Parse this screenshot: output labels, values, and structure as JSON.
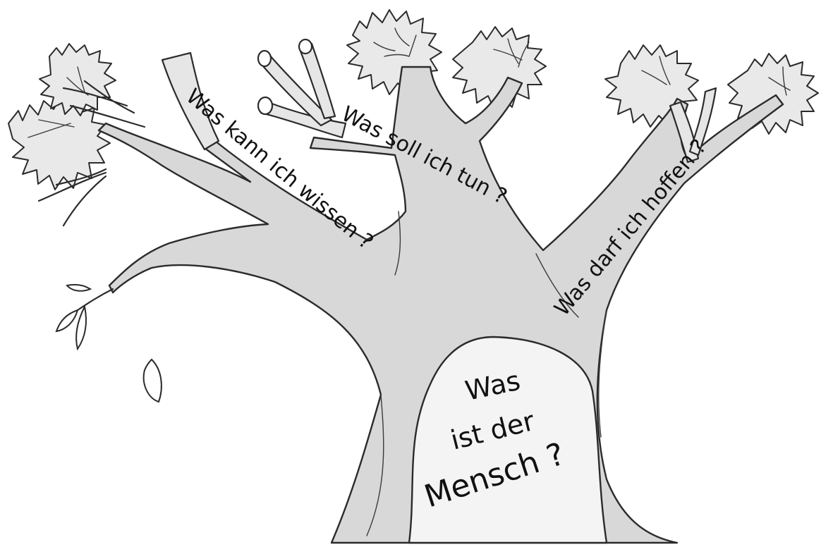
{
  "questions": {
    "q1": "Was kann ich wissen ?",
    "q2": "Was soll ich tun ?",
    "q3": "Was darf ich hoffen ?",
    "q4_line1": "Was",
    "q4_line2": "ist der",
    "q4_line3": "Mensch ?"
  }
}
